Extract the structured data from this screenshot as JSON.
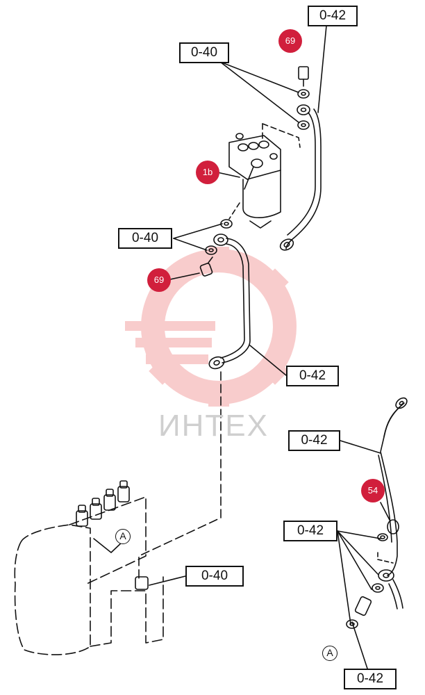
{
  "watermark": {
    "text": "ИНТЕХ"
  },
  "refs": {
    "r1": "0-42",
    "r2": "0-40",
    "r3": "0-40",
    "r4": "0-42",
    "r5": "0-42",
    "r6": "0-42",
    "r7": "0-40",
    "r8": "0-42"
  },
  "badges": {
    "b1": "69",
    "b2": "1b",
    "b3": "69",
    "b4": "54"
  },
  "callouts": {
    "a1": "A",
    "a2": "A"
  },
  "colors": {
    "badge": "#d11f3c",
    "line": "#111111",
    "watermark_gear": "#f4a3a3"
  }
}
